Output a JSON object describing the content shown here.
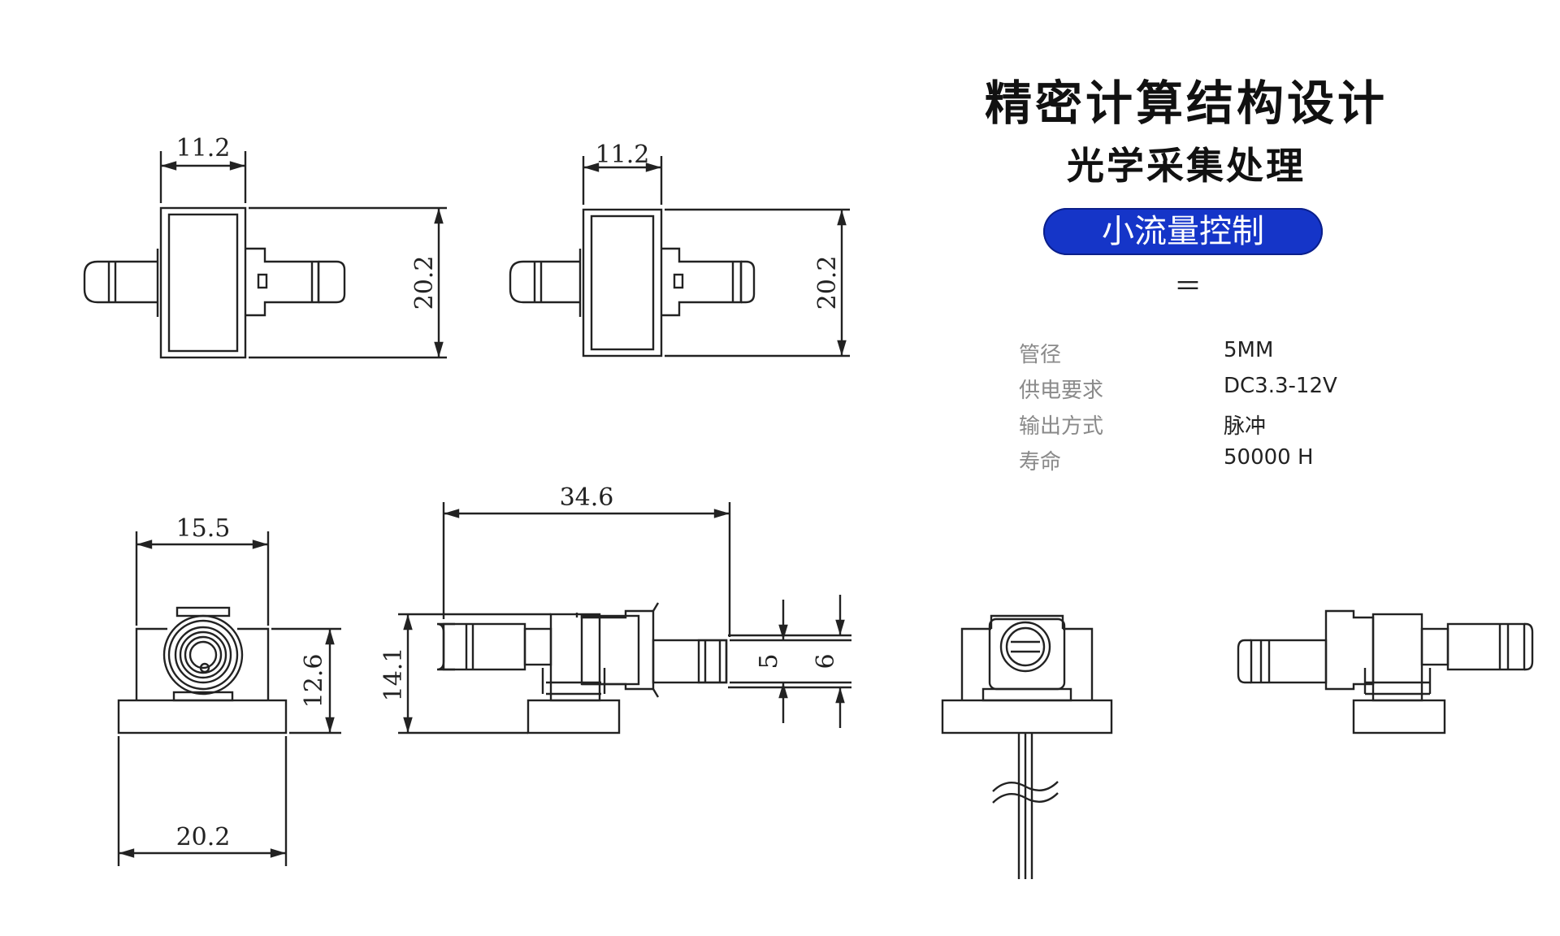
{
  "title": "精密计算结构设计",
  "subtitle": "光学采集处理",
  "pill_label": "小流量控制",
  "separator": "＝",
  "specs": [
    {
      "label": "管径",
      "value": "5MM"
    },
    {
      "label": "供电要求",
      "value": "DC3.3-12V"
    },
    {
      "label": "输出方式",
      "value": "脉冲"
    },
    {
      "label": "寿命",
      "value": "50000 H"
    }
  ],
  "dimensions": {
    "v1_width": "11.2",
    "v1_height": "20.2",
    "v2_width": "11.2",
    "v2_height": "20.2",
    "v3_top": "15.5",
    "v3_side": "12.6",
    "v3_bottom": "20.2",
    "v4_length": "34.6",
    "v4_height": "14.1",
    "v4_inner": "5",
    "v4_outer": "6"
  },
  "colors": {
    "accent": "#1535c8",
    "line": "#222222"
  }
}
